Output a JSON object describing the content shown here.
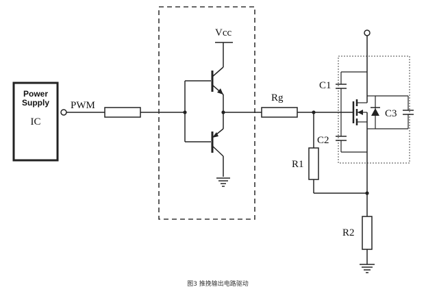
{
  "diagram": {
    "ic_block": {
      "title_line1": "Power",
      "title_line2": "Supply",
      "label": "IC"
    },
    "pwm_label": "PWM",
    "vcc_label": "Vcc",
    "rg_label": "Rg",
    "c1_label": "C1",
    "c2_label": "C2",
    "c3_label": "C3",
    "r1_label": "R1",
    "r2_label": "R2",
    "caption": "图3 推挽输出电路驱动"
  }
}
